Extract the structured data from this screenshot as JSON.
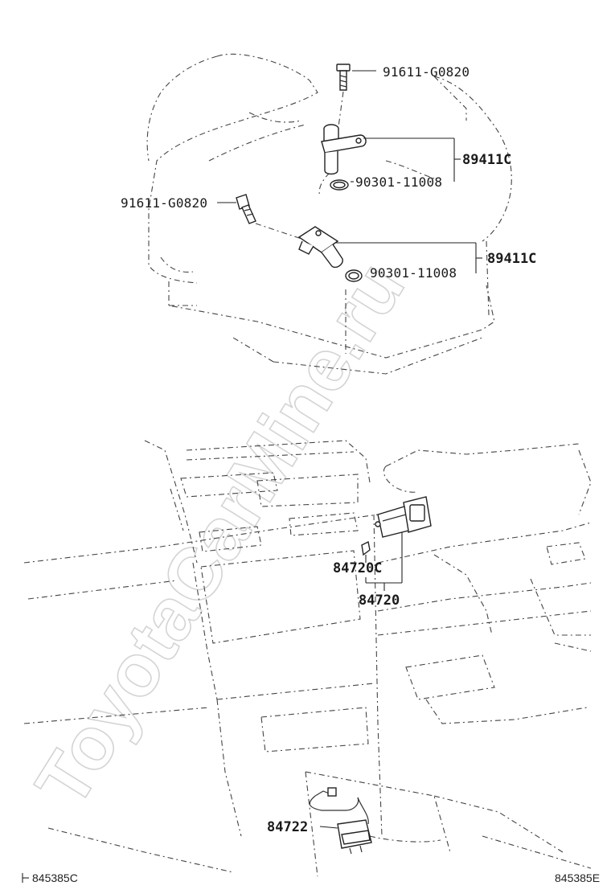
{
  "watermark": "ToyotaCarMine.ru",
  "upper_assembly": {
    "callouts": [
      {
        "id": "bolt-upper",
        "text": "91611-G0820"
      },
      {
        "id": "sensor-upper",
        "text": "89411C"
      },
      {
        "id": "oring-upper",
        "text": "90301-11008"
      },
      {
        "id": "bolt-lower",
        "text": "91611-G0820"
      },
      {
        "id": "sensor-lower",
        "text": "89411C"
      },
      {
        "id": "oring-lower",
        "text": "90301-11008"
      }
    ]
  },
  "lower_assembly": {
    "callouts": [
      {
        "id": "clip",
        "text": "84720C"
      },
      {
        "id": "switch",
        "text": "84720"
      },
      {
        "id": "shift-switch",
        "text": "84722"
      }
    ]
  },
  "footer": {
    "left_code": "845385C",
    "right_code": "845385E"
  }
}
